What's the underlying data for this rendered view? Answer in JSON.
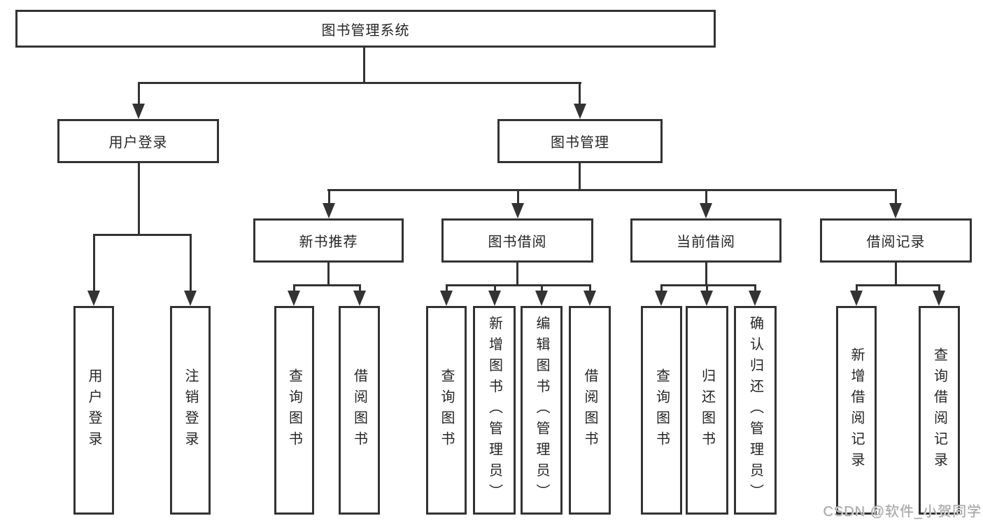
{
  "diagram": {
    "title": "图书管理系统",
    "root": {
      "label": "图书管理系统"
    },
    "level2": [
      {
        "label": "用户登录"
      },
      {
        "label": "图书管理"
      }
    ],
    "level3": [
      {
        "label": "新书推荐"
      },
      {
        "label": "图书借阅"
      },
      {
        "label": "当前借阅"
      },
      {
        "label": "借阅记录"
      }
    ],
    "leaves": {
      "login": [
        "用户登录",
        "注销登录"
      ],
      "recommend": [
        "查询图书",
        "借阅图书"
      ],
      "borrow": [
        "查询图书",
        "新增图书（管理员）",
        "编辑图书（管理员）",
        "借阅图书"
      ],
      "current": [
        "查询图书",
        "归还图书",
        "确认归还（管理员）"
      ],
      "record": [
        "新增借阅记录",
        "查询借阅记录"
      ]
    }
  },
  "watermark": {
    "text": "CSDN @软件_小贺同学"
  },
  "colors": {
    "line": "#333333",
    "text": "#262626",
    "background": "#ffffff",
    "watermark_gray": "#a6a6a6"
  }
}
